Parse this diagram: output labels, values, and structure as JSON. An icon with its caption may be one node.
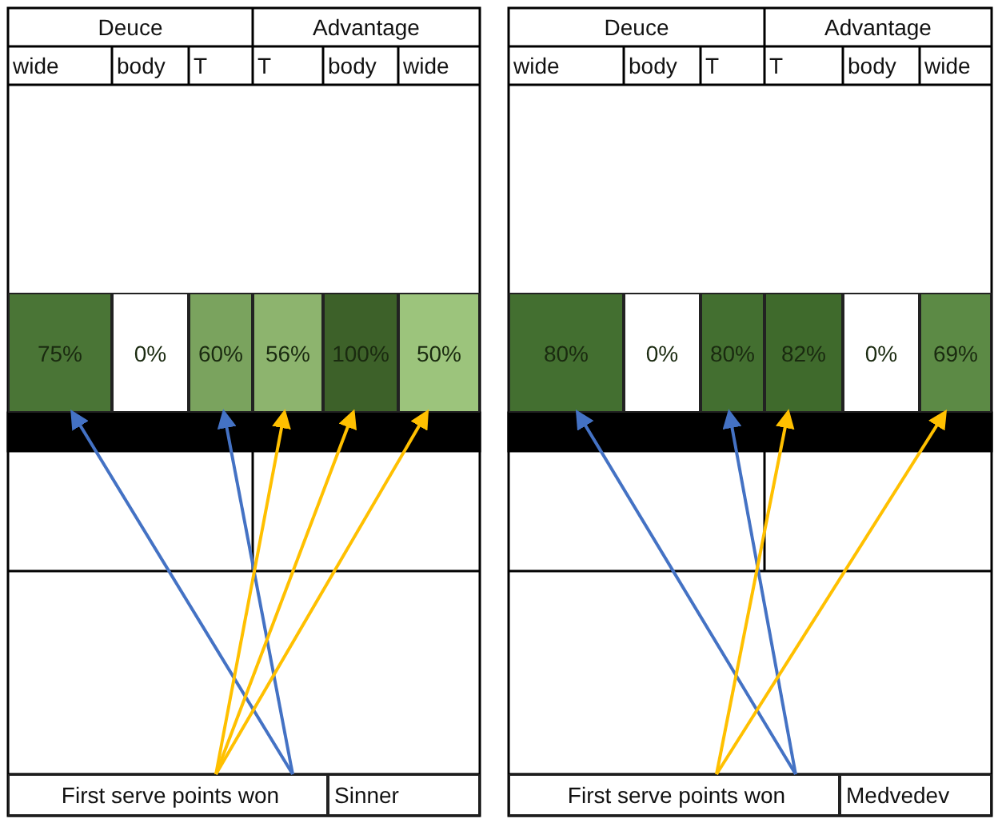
{
  "diagram": {
    "nodes": [
      {
        "text": [
          "75%"
        ]
      },
      {
        "text": [
          "0%"
        ]
      },
      {
        "text": [
          "60%"
        ]
      },
      {
        "text": [
          "56%"
        ]
      },
      {
        "text": [
          "100%"
        ]
      },
      {
        "text": [
          "50%"
        ]
      },
      {
        "text": [
          "80%"
        ]
      },
      {
        "text": [
          "0%"
        ]
      },
      {
        "text": [
          "80%"
        ]
      },
      {
        "text": [
          "82%"
        ]
      },
      {
        "text": [
          "0%"
        ]
      },
      {
        "text": [
          "69%"
        ]
      },
      {
        "text": [
          "First serve points won"
        ]
      },
      {
        "text": [
          "Sinner"
        ]
      },
      {
        "text": [
          "First serve points won"
        ]
      },
      {
        "text": [
          "Medvedev"
        ]
      }
    ],
    "edges": [
      {
        "from": 12,
        "to": 0,
        "arrow": "to",
        "color": "#4472c4"
      },
      {
        "from": 12,
        "to": 2,
        "arrow": "to",
        "color": "#4472c4"
      },
      {
        "from": 12,
        "to": 3,
        "arrow": "to",
        "color": "#ffc000"
      },
      {
        "from": 12,
        "to": 4,
        "arrow": "to",
        "color": "#ffc000"
      },
      {
        "from": 12,
        "to": 5,
        "arrow": "to",
        "color": "#ffc000"
      },
      {
        "from": 14,
        "to": 6,
        "arrow": "to",
        "color": "#4472c4"
      },
      {
        "from": 14,
        "to": 8,
        "arrow": "to",
        "color": "#4472c4"
      },
      {
        "from": 14,
        "to": 9,
        "arrow": "to",
        "color": "#ffc000"
      },
      {
        "from": 14,
        "to": 11,
        "arrow": "to",
        "color": "#ffc000"
      }
    ],
    "labels": [
      "Deuce",
      "Advantage",
      "wide",
      "body",
      "T",
      "T",
      "body",
      "wide",
      "Deuce",
      "Advantage",
      "wide",
      "body",
      "T",
      "T",
      "body",
      "wide"
    ]
  }
}
